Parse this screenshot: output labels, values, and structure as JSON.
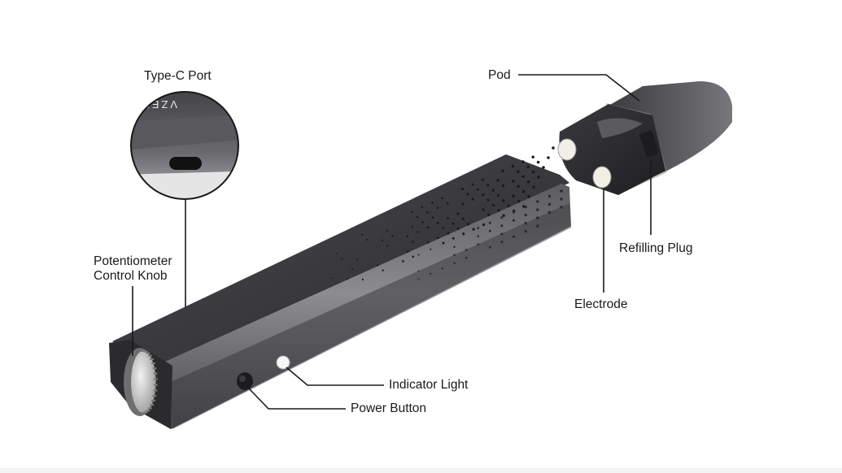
{
  "diagram": {
    "labels": {
      "type_c_port": "Type-C Port",
      "potentiometer_line1": "Potentiometer",
      "potentiometer_line2": "Control Knob",
      "pod": "Pod",
      "refilling_plug": "Refilling Plug",
      "electrode": "Electrode",
      "indicator_light": "Indicator Light",
      "power_button": "Power Button"
    },
    "magnifier_engraving": "VZEMIO"
  }
}
